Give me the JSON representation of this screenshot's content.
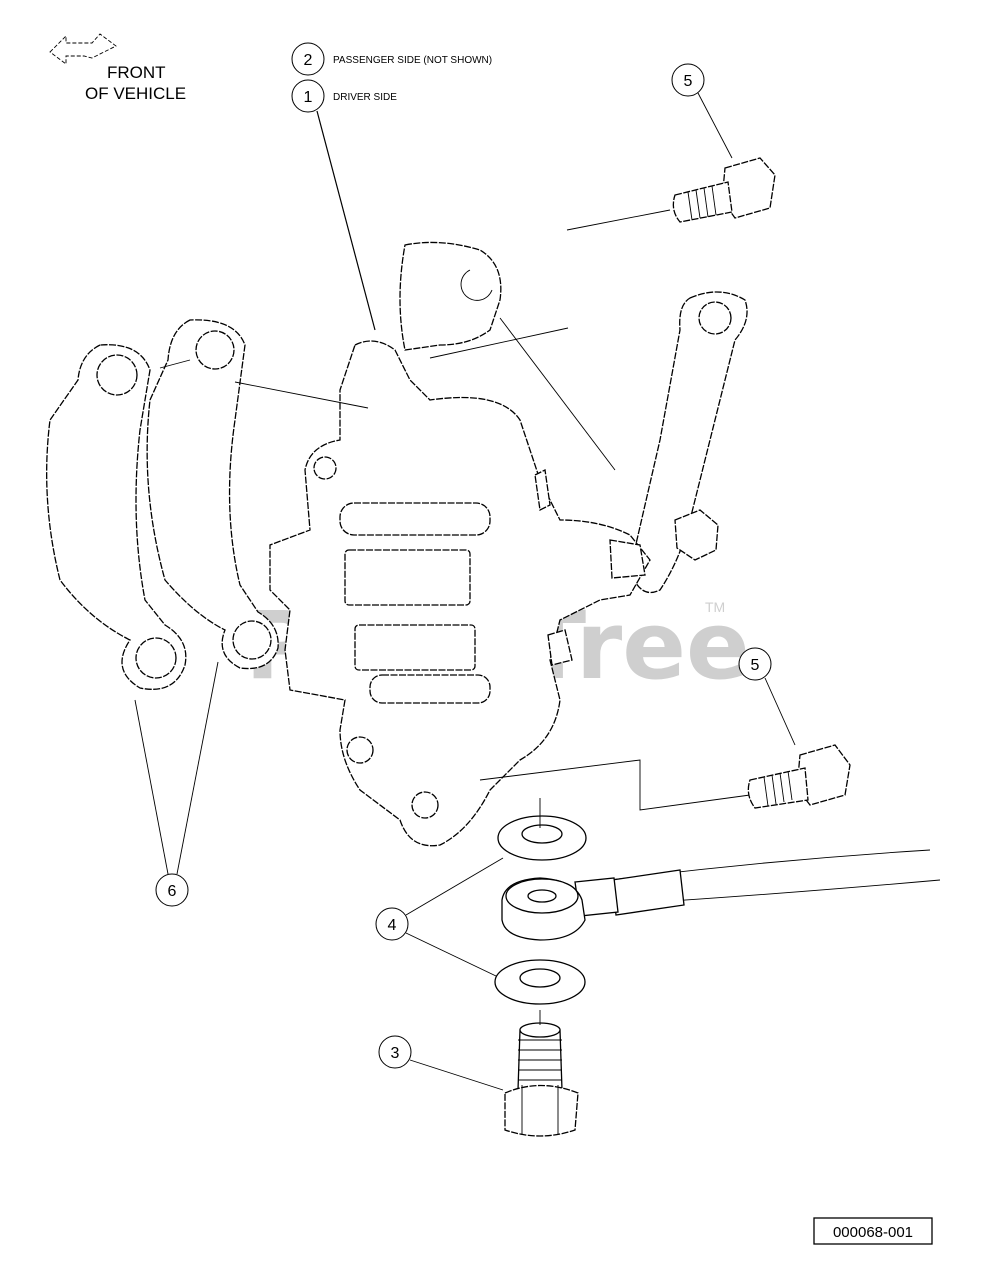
{
  "orientation": {
    "front_line1": "FRONT",
    "front_line2": "OF VEHICLE"
  },
  "legend": [
    {
      "number": "2",
      "text": "PASSENGER SIDE (NOT SHOWN)"
    },
    {
      "number": "1",
      "text": "DRIVER SIDE"
    }
  ],
  "callouts": [
    {
      "id": "bolt-top",
      "number": "5"
    },
    {
      "id": "bolt-right",
      "number": "5"
    },
    {
      "id": "washers",
      "number": "4"
    },
    {
      "id": "banjo-bolt",
      "number": "3"
    },
    {
      "id": "pads",
      "number": "6"
    }
  ],
  "watermark": {
    "text": "PartsTree",
    "tm": "TM",
    "color": "#cfcfcf"
  },
  "diagram_code": "000068-001"
}
